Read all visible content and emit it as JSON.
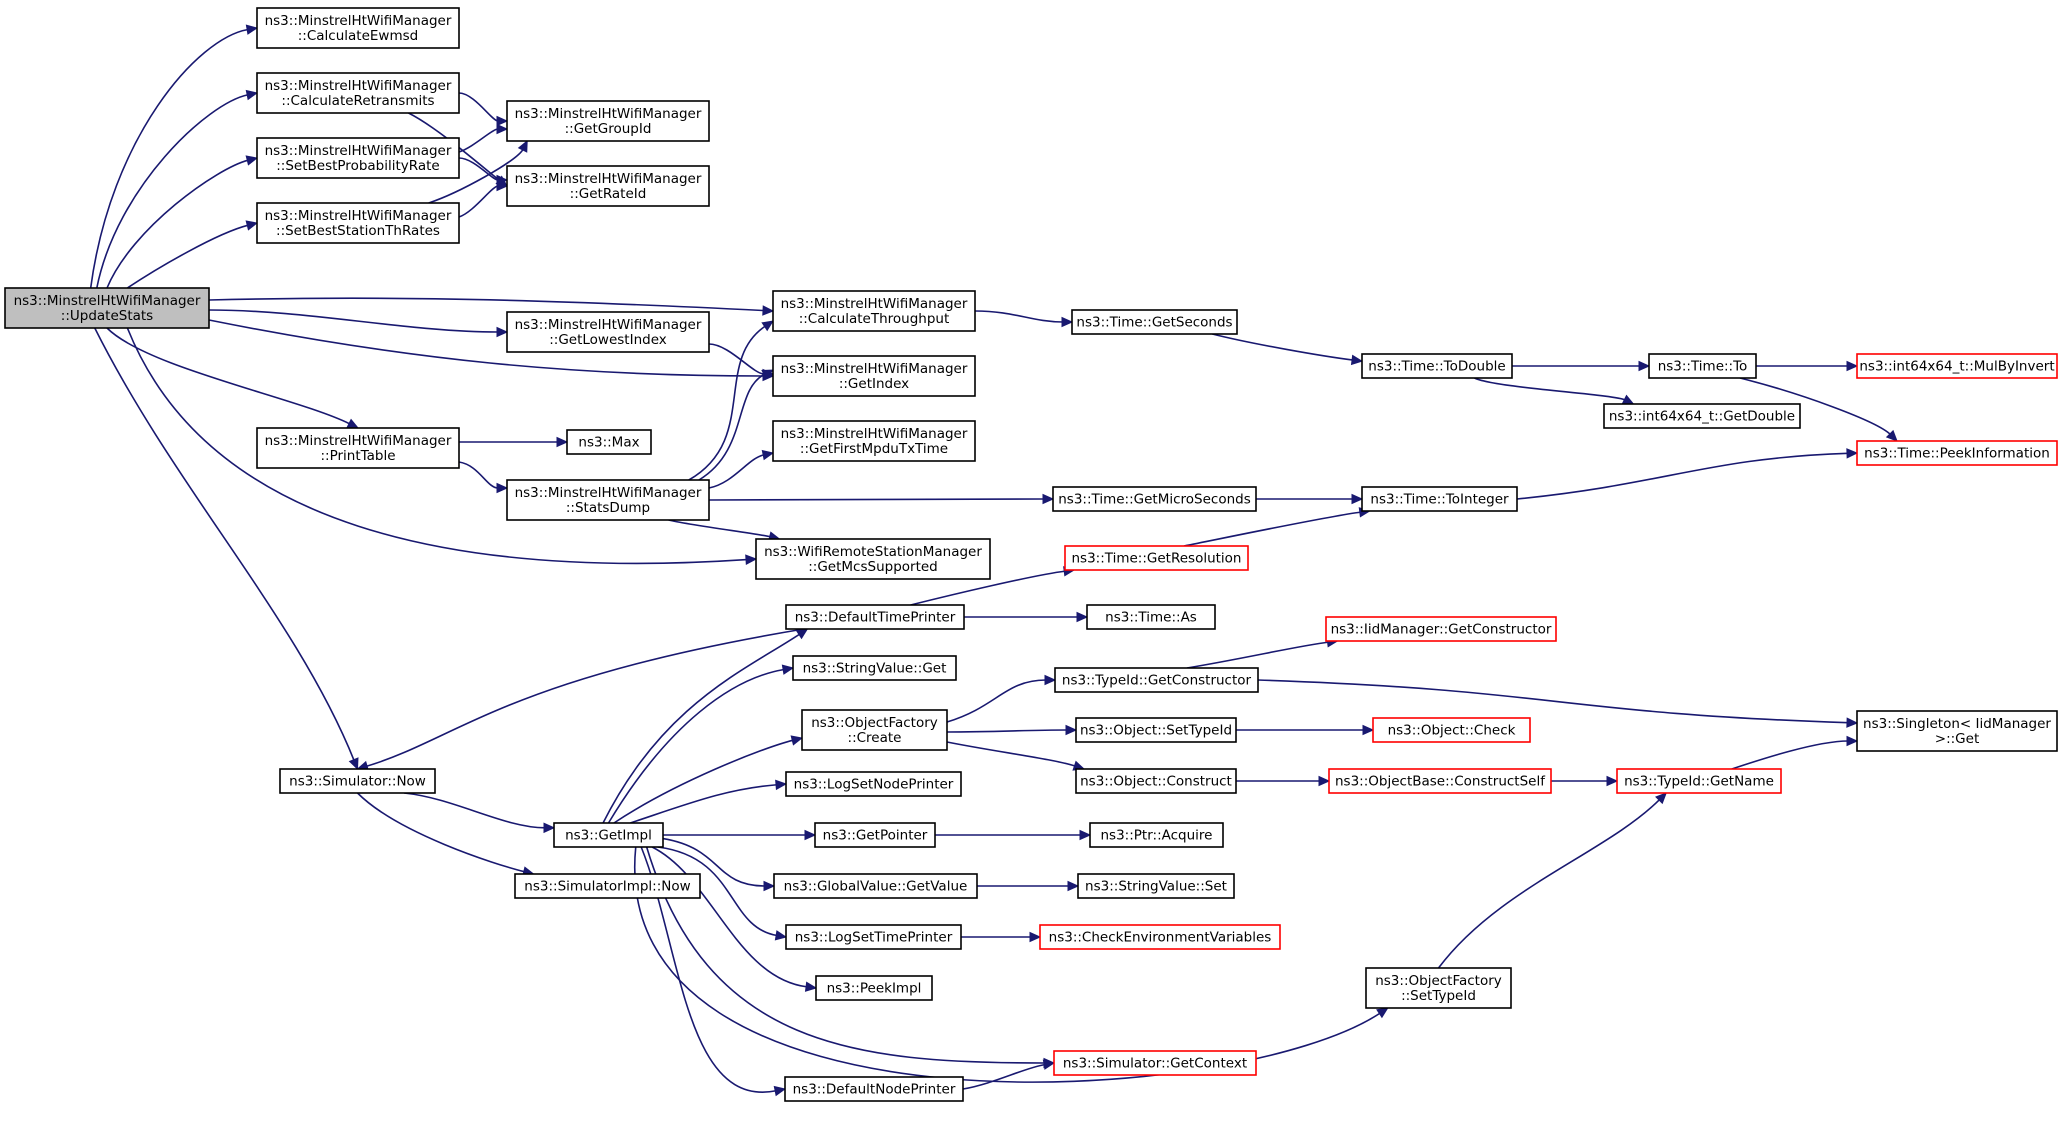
{
  "nodes": {
    "updateStats": [
      "ns3::MinstrelHtWifiManager",
      "::UpdateStats"
    ],
    "calcEwmsd": [
      "ns3::MinstrelHtWifiManager",
      "::CalculateEwmsd"
    ],
    "calcRetransmits": [
      "ns3::MinstrelHtWifiManager",
      "::CalculateRetransmits"
    ],
    "setBestProb": [
      "ns3::MinstrelHtWifiManager",
      "::SetBestProbabilityRate"
    ],
    "setBestStation": [
      "ns3::MinstrelHtWifiManager",
      "::SetBestStationThRates"
    ],
    "getGroupId": [
      "ns3::MinstrelHtWifiManager",
      "::GetGroupId"
    ],
    "getRateId": [
      "ns3::MinstrelHtWifiManager",
      "::GetRateId"
    ],
    "calcThroughput": [
      "ns3::MinstrelHtWifiManager",
      "::CalculateThroughput"
    ],
    "getLowestIndex": [
      "ns3::MinstrelHtWifiManager",
      "::GetLowestIndex"
    ],
    "getIndex": [
      "ns3::MinstrelHtWifiManager",
      "::GetIndex"
    ],
    "getFirstMpdu": [
      "ns3::MinstrelHtWifiManager",
      "::GetFirstMpduTxTime"
    ],
    "printTable": [
      "ns3::MinstrelHtWifiManager",
      "::PrintTable"
    ],
    "max": [
      "ns3::Max"
    ],
    "statsDump": [
      "ns3::MinstrelHtWifiManager",
      "::StatsDump"
    ],
    "getMcsSupported": [
      "ns3::WifiRemoteStationManager",
      "::GetMcsSupported"
    ],
    "timeGetSeconds": [
      "ns3::Time::GetSeconds"
    ],
    "timeToDouble": [
      "ns3::Time::ToDouble"
    ],
    "timeTo": [
      "ns3::Time::To"
    ],
    "mulByInvert": [
      "ns3::int64x64_t::MulByInvert"
    ],
    "getDouble": [
      "ns3::int64x64_t::GetDouble"
    ],
    "peekInformation": [
      "ns3::Time::PeekInformation"
    ],
    "getMicroSeconds": [
      "ns3::Time::GetMicroSeconds"
    ],
    "toInteger": [
      "ns3::Time::ToInteger"
    ],
    "getResolution": [
      "ns3::Time::GetResolution"
    ],
    "defaultTimePrinter": [
      "ns3::DefaultTimePrinter"
    ],
    "timeAs": [
      "ns3::Time::As"
    ],
    "stringValueGet": [
      "ns3::StringValue::Get"
    ],
    "iidGetConstructor": [
      "ns3::IidManager::GetConstructor"
    ],
    "typeIdGetConstructor": [
      "ns3::TypeId::GetConstructor"
    ],
    "objectFactoryCreate": [
      "ns3::ObjectFactory",
      "::Create"
    ],
    "objectSetTypeId": [
      "ns3::Object::SetTypeId"
    ],
    "objectCheck": [
      "ns3::Object::Check"
    ],
    "singletonGet": [
      "ns3::Singleton< IidManager",
      ">::Get"
    ],
    "simulatorNow": [
      "ns3::Simulator::Now"
    ],
    "getImpl": [
      "ns3::GetImpl"
    ],
    "logSetNodePrinter": [
      "ns3::LogSetNodePrinter"
    ],
    "objectConstruct": [
      "ns3::Object::Construct"
    ],
    "constructSelf": [
      "ns3::ObjectBase::ConstructSelf"
    ],
    "typeIdGetName": [
      "ns3::TypeId::GetName"
    ],
    "getPointer": [
      "ns3::GetPointer"
    ],
    "ptrAcquire": [
      "ns3::Ptr::Acquire"
    ],
    "simImplNow": [
      "ns3::SimulatorImpl::Now"
    ],
    "globalGetValue": [
      "ns3::GlobalValue::GetValue"
    ],
    "stringValueSet": [
      "ns3::StringValue::Set"
    ],
    "logSetTimePrinter": [
      "ns3::LogSetTimePrinter"
    ],
    "checkEnv": [
      "ns3::CheckEnvironmentVariables"
    ],
    "peekImpl": [
      "ns3::PeekImpl"
    ],
    "objectFactorySetTypeId": [
      "ns3::ObjectFactory",
      "::SetTypeId"
    ],
    "simGetContext": [
      "ns3::Simulator::GetContext"
    ],
    "defaultNodePrinter": [
      "ns3::DefaultNodePrinter"
    ]
  },
  "colors": {
    "edge": "#191970",
    "root_fill": "#bfbfbf",
    "truncated_border": "#ff0000",
    "normal_border": "#000000"
  }
}
